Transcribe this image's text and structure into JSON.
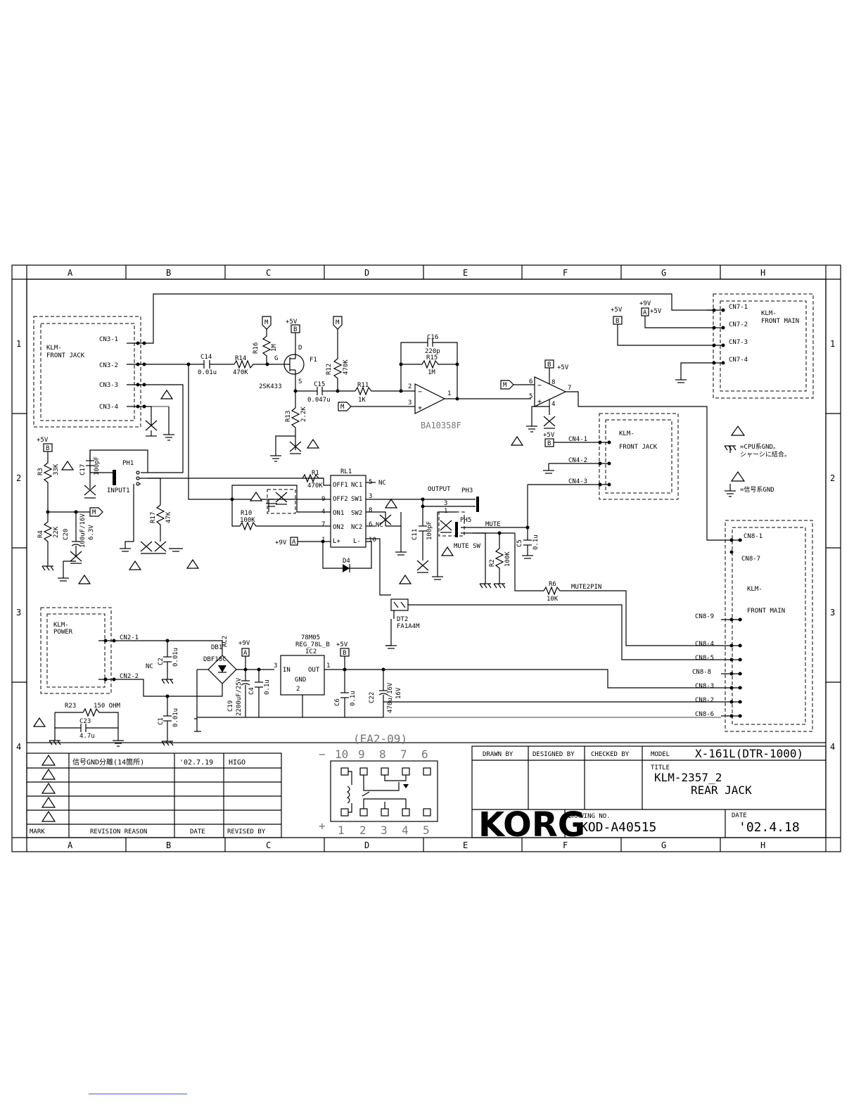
{
  "grid": {
    "columns": [
      "A",
      "B",
      "C",
      "D",
      "E",
      "F",
      "G",
      "H"
    ],
    "rows": [
      "1",
      "2",
      "3",
      "4"
    ]
  },
  "connectors": {
    "front_jack_left": {
      "name": "KLM-\nFRONT JACK",
      "pins": [
        "CN3-1",
        "CN3-2",
        "CN3-3",
        "CN3-4"
      ]
    },
    "front_main_top": {
      "name": "KLM-\nFRONT MAIN",
      "pins": [
        "CN7-1",
        "CN7-2",
        "CN7-3",
        "CN7-4"
      ]
    },
    "front_jack_mid": {
      "name": "KLM-\nFRONT JACK",
      "pins": [
        "CN4-1",
        "CN4-2",
        "CN4-3"
      ]
    },
    "front_main_right": {
      "name": "KLM-\nFRONT MAIN",
      "pins": [
        "CN8-1",
        "CN8-7",
        "CN8-9",
        "CN8-4",
        "CN8-5",
        "CN8-8",
        "CN8-3",
        "CN8-2",
        "CN8-6"
      ]
    },
    "power": {
      "name": "KLM-\nPOWER",
      "pins": [
        "CN2-1",
        "CN2-2"
      ]
    }
  },
  "components": {
    "c14": "C14",
    "c14v": "0.01u",
    "r14": "R14",
    "r14v": "470K",
    "r16": "R16",
    "r16v": "1M",
    "f1": "F1",
    "f1t": "2SK433",
    "g": "G",
    "d": "D",
    "s": "S",
    "c15": "C15",
    "c15v": "0.047u",
    "r13": "R13",
    "r13v": "2.2K",
    "r12": "R12",
    "r12v": "470K",
    "r11": "R11",
    "r11v": "1K",
    "c16": "C16",
    "c16v": "220p",
    "r15": "R15",
    "r15v": "1M",
    "opamp": "BA10358F",
    "r3": "R3",
    "r3v": "33K",
    "r4": "R4",
    "r4v": "22K",
    "c20": "C20",
    "c20v": "100uF/16V",
    "c20v2": "6.3V",
    "c17": "C17",
    "c17v": "100pF",
    "ph1": "PH1",
    "input1": "INPUT1",
    "r17": "R17",
    "r17v": "47K",
    "r1": "R1",
    "r1v": "470K",
    "r10": "R10",
    "r10v": "100K",
    "rl1": "RL1",
    "rl_pins_left": [
      "OFF1",
      "OFF2",
      "ON1",
      "ON2",
      "L+"
    ],
    "rl_pins_right": [
      "NC1",
      "SW1",
      "SW2",
      "NC2",
      "L-"
    ],
    "rl_nums_left": [
      "9",
      "4",
      "7",
      "1"
    ],
    "rl_nums_right": [
      "5",
      "3",
      "8",
      "6",
      "10"
    ],
    "nc": "NC",
    "d4": "D4",
    "output": "OUTPUT",
    "ph3": "PH3",
    "c11": "C11",
    "c11v": "100pF",
    "ph5": "PH5",
    "mute": "MUTE",
    "mute_sw": "MUTE SW",
    "c5": "C5",
    "c5v": "0.1u",
    "r2": "R2",
    "r2v": "100K",
    "r6": "R6",
    "r6v": "10K",
    "mute2pin": "MUTE2PIN",
    "dt2": "DT2",
    "dt2t": "FA1A4M",
    "db1": "DB1",
    "db1t": "DBF10C",
    "ac2": "AC2",
    "c2": "C2",
    "c2v": "0.01u",
    "c1": "C1",
    "c1v": "0.01u",
    "c19": "C19",
    "c19v": "2200uF/25V",
    "c4": "C4",
    "c4v": "0.1u",
    "ic2a": "78M05",
    "ic2b": "REG_78L_B",
    "ic2": "IC2",
    "ic_in": "IN",
    "ic_out": "OUT",
    "ic_gnd": "GND",
    "c6": "C6",
    "c6v": "0.1u",
    "c22": "C22",
    "c22v": "470u/16V",
    "c22v2": "16V",
    "r23": "R23",
    "r23v": "150 OHM",
    "c23": "C23",
    "c23v": "4.7u",
    "p5v": "+5V",
    "p9v": "+9V",
    "tag_b": "B",
    "tag_a": "A",
    "tag_m": "M",
    "pin1": "1",
    "pin2": "2",
    "pin3": "3",
    "pin4": "4",
    "pin5": "5",
    "pin6": "6",
    "pin7": "7",
    "pin8": "8",
    "pin10": "10"
  },
  "notes": {
    "cpu_gnd": "=CPU系GND。\nシャーシに結合。",
    "signal_gnd": "=信号系GND"
  },
  "relay_inset": {
    "title": "(EA2-09)",
    "top": [
      "10",
      "9",
      "8",
      "7",
      "6"
    ],
    "bottom": [
      "1",
      "2",
      "3",
      "4",
      "5"
    ],
    "minus": "−",
    "plus": "+"
  },
  "revision_table": {
    "rows": [
      {
        "reason": "信号GND分離(14箇所)",
        "date": "'02.7.19",
        "by": "HIGO"
      },
      {
        "reason": "",
        "date": "",
        "by": ""
      },
      {
        "reason": "",
        "date": "",
        "by": ""
      },
      {
        "reason": "",
        "date": "",
        "by": ""
      }
    ],
    "headers": {
      "mark": "MARK",
      "reason": "REVISION REASON",
      "date": "DATE",
      "by": "REVISED BY"
    }
  },
  "title_block": {
    "drawn_by": "DRAWN BY",
    "designed_by": "DESIGNED BY",
    "checked_by": "CHECKED BY",
    "model_label": "MODEL",
    "model": "X-161L(DTR-1000)",
    "title_label": "TITLE",
    "title1": "KLM-2357_2",
    "title2": "REAR JACK",
    "logo": "KORG",
    "drawing_no_label": "DRAWING NO.",
    "drawing_no": "KOD-A40515",
    "date_label": "DATE",
    "date": "'02.4.18"
  }
}
